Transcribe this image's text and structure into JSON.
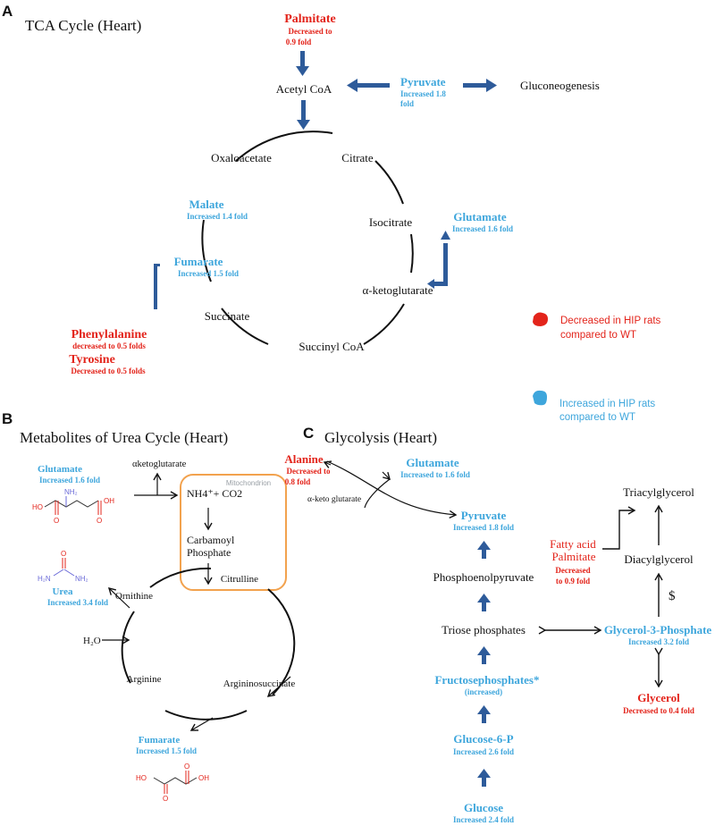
{
  "colors": {
    "red": "#e3241b",
    "blue": "#3ea6dc",
    "arrow_blue": "#2e5b9a",
    "black": "#111111",
    "orange": "#f2a24e",
    "gray": "#9aa0a6"
  },
  "panel_a": {
    "letter": "A",
    "title": "TCA Cycle (Heart)",
    "palmitate": {
      "name": "Palmitate",
      "line1": "Decreased  to",
      "line2": "0.9 fold"
    },
    "acetyl_coa": "Acetyl CoA",
    "pyruvate": {
      "name": "Pyruvate",
      "line1": "Increased  1.8",
      "line2": "fold"
    },
    "gluconeogenesis": "Gluconeogenesis",
    "oxaloacetate": "Oxaloacetate",
    "citrate": "Citrate",
    "malate": {
      "name": "Malate",
      "note": "Increased  1.4 fold"
    },
    "isocitrate": "Isocitrate",
    "glutamate": {
      "name": "Glutamate",
      "note": "Increased  1.6 fold"
    },
    "fumarate": {
      "name": "Fumarate",
      "note": "Increased  1.5 fold"
    },
    "alpha_kg": "α-ketoglutarate",
    "succinate": "Succinate",
    "succinyl_coa": "Succinyl CoA",
    "phenylalanine": {
      "name": "Phenylalanine",
      "note": "decreased  to 0.5 folds"
    },
    "tyrosine": {
      "name": "Tyrosine",
      "note": "Decreased  to 0.5 folds"
    }
  },
  "legend": {
    "decreased": {
      "line1": "Decreased in HIP rats",
      "line2": "compared to WT"
    },
    "increased": {
      "line1": "Increased in HIP rats",
      "line2": "compared to WT"
    }
  },
  "panel_b": {
    "letter": "B",
    "title": "Metabolites of Urea Cycle (Heart)",
    "glutamate": {
      "name": "Glutamate",
      "note": "Increased 1.6 fold"
    },
    "alpha_kg": "αketoglutarate",
    "mitochondrion": "Mitochondrion",
    "nh4": "NH4⁺+ CO2",
    "carbamoyl1": "Carbamoyl",
    "carbamoyl2": "Phosphate",
    "citrulline": "Citrulline",
    "ornithine": "Ornithine",
    "urea": {
      "name": "Urea",
      "note": "Increased 3.4 fold"
    },
    "water": "H₂O",
    "arginine": "Arginine",
    "argininosuccinate": "Argininosuccinate",
    "fumarate": {
      "name": "Fumarate",
      "note": "Increased  1.5 fold"
    },
    "atoms": {
      "ho": "HO",
      "oh": "OH",
      "o": "O",
      "nh2": "NH₂",
      "h2n": "H₂N"
    }
  },
  "panel_c": {
    "letter": "C",
    "title": "Glycolysis (Heart)",
    "alanine": {
      "name": "Alanine",
      "line1": "Decreased to",
      "line2": "0.8 fold"
    },
    "glutamate": {
      "name": "Glutamate",
      "note": "Increased to 1.6 fold"
    },
    "alpha_kg": "α-keto glutarate",
    "pyruvate": {
      "name": "Pyruvate",
      "note": "Increased  1.8 fold"
    },
    "pep": "Phosphoenolpyruvate",
    "triose": "Triose phosphates",
    "fructose": {
      "name": "Fructosephosphates*",
      "note": "(increased)"
    },
    "g6p": {
      "name": "Glucose-6-P",
      "note": "Increased  2.6 fold"
    },
    "glucose": {
      "name": "Glucose",
      "note": "Increased  2.4 fold"
    },
    "triacylglycerol": "Triacylglycerol",
    "fatty_acid": "Fatty acid",
    "palmitate": {
      "name": "Palmitate",
      "line1": "Decreased",
      "line2": "to 0.9 fold"
    },
    "diacylglycerol": "Diacylglycerol",
    "dollar": "$",
    "g3p": {
      "name": "Glycerol-3-Phosphate",
      "note": "Increased 3.2 fold"
    },
    "glycerol": {
      "name": "Glycerol",
      "note": "Decreased  to 0.4 fold"
    }
  }
}
